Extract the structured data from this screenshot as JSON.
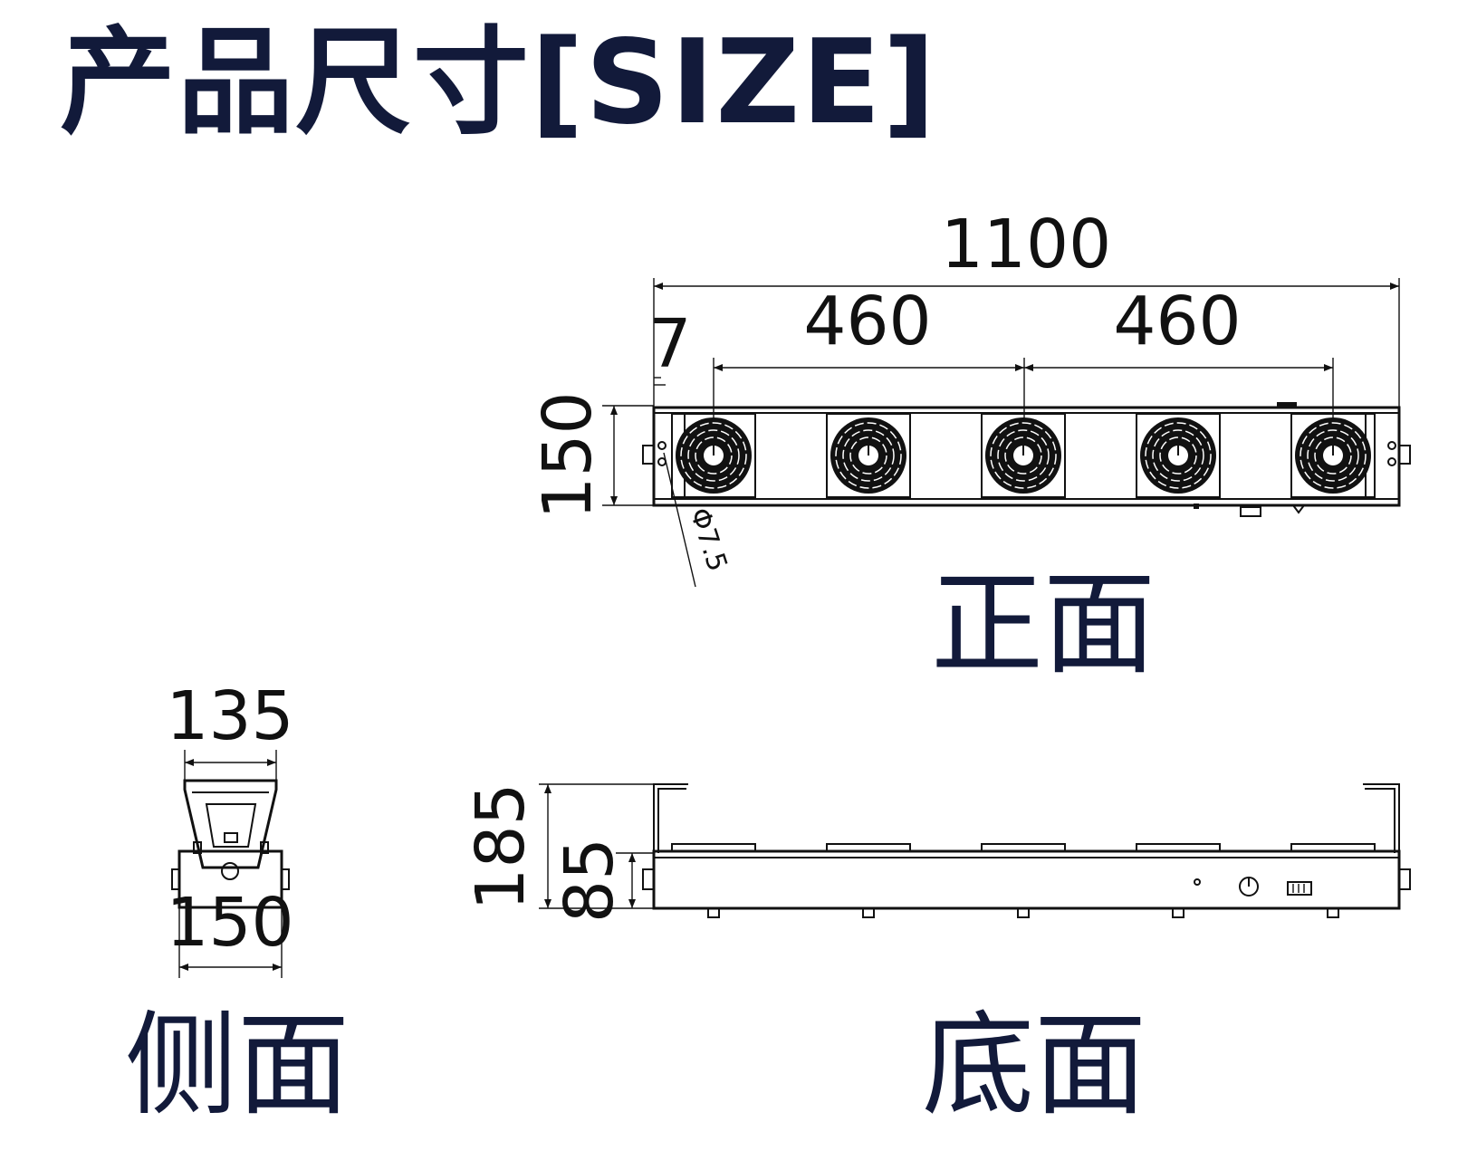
{
  "title": "产品尺寸[SIZE]",
  "views": {
    "front": "正面",
    "side": "侧面",
    "bottom": "底面"
  },
  "dimensions": {
    "total_length": "1100",
    "spacing_left": "460",
    "spacing_right": "460",
    "end_offset": "7",
    "front_height": "150",
    "hole_diameter": "Φ7.5",
    "side_top_width": "135",
    "side_bottom_width": "150",
    "overall_height": "185",
    "body_height": "85"
  },
  "fan_count": 5,
  "colors": {
    "title": "#121a3a",
    "line": "#111111"
  }
}
